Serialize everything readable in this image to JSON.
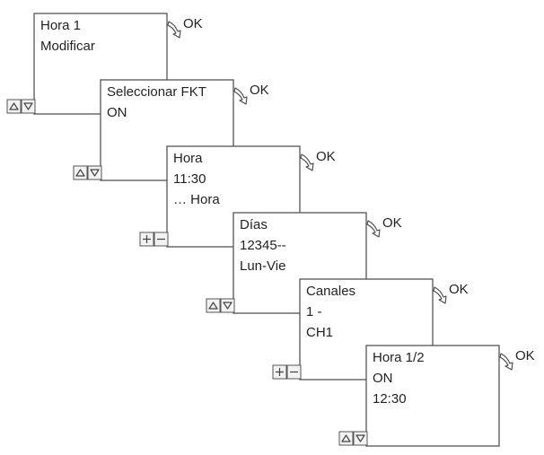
{
  "diagram": {
    "steps": [
      {
        "lines": [
          "Hora 1",
          "Modificar"
        ],
        "buttons": [
          "up",
          "down"
        ],
        "ok_label": "OK"
      },
      {
        "lines": [
          "Seleccionar FKT",
          "ON"
        ],
        "buttons": [
          "up",
          "down"
        ],
        "ok_label": "OK"
      },
      {
        "lines": [
          "Hora",
          "11:30",
          "… Hora"
        ],
        "buttons": [
          "plus",
          "minus"
        ],
        "ok_label": "OK"
      },
      {
        "lines": [
          "Días",
          "12345--",
          "Lun-Vie"
        ],
        "buttons": [
          "up",
          "down"
        ],
        "ok_label": "OK"
      },
      {
        "lines": [
          "Canales",
          "1 -",
          "CH1"
        ],
        "buttons": [
          "plus",
          "minus"
        ],
        "ok_label": "OK"
      },
      {
        "lines": [
          "Hora 1/2",
          "ON",
          "12:30"
        ],
        "buttons": [
          "up",
          "down"
        ],
        "ok_label": "OK"
      }
    ]
  }
}
